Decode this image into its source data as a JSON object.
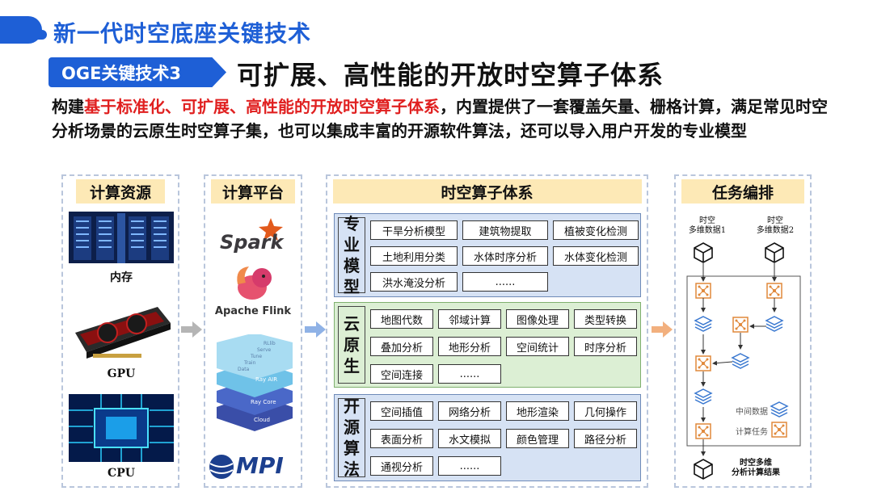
{
  "header": {
    "title": "新一代时空底座关键技术",
    "badge": "OGE关键技术3",
    "subtitle": "可扩展、高性能的开放时空算子体系"
  },
  "description": {
    "part1": "构建",
    "highlight": "基于标准化、可扩展、高性能的开放时空算子体系",
    "part2": "，内置提供了一套覆盖矢量、栅格计算，满足常见时空分析场景的云原生时空算子集，也可以集成丰富的开源软件算法，还可以导入用户开发的专业模型"
  },
  "resources": {
    "title": "计算资源",
    "items": [
      {
        "label": "内存",
        "icon": "server-rack-image"
      },
      {
        "label": "GPU",
        "icon": "gpu-card-image"
      },
      {
        "label": "CPU",
        "icon": "cpu-chip-image"
      }
    ]
  },
  "platform": {
    "title": "计算平台",
    "spark": "Spark",
    "flink": "Apache Flink",
    "stack_layers": [
      "Ray AIR",
      "Ray Core",
      "Cloud"
    ],
    "stack_libs": [
      "RLlib",
      "Serve",
      "Tune",
      "Train",
      "Data"
    ],
    "mpi": "MPI"
  },
  "operators": {
    "title": "时空算子体系",
    "groups": [
      {
        "tag": [
          "专",
          "业",
          "模",
          "型"
        ],
        "items": [
          "干旱分析模型",
          "建筑物提取",
          "植被变化检测",
          "土地利用分类",
          "水体时序分析",
          "水体变化检测",
          "洪水淹没分析",
          "......"
        ]
      },
      {
        "tag": [
          "云",
          "原",
          "生"
        ],
        "items": [
          "地图代数",
          "邻域计算",
          "图像处理",
          "类型转换",
          "叠加分析",
          "地形分析",
          "空间统计",
          "时序分析",
          "空间连接",
          "......"
        ]
      },
      {
        "tag": [
          "开",
          "源",
          "算",
          "法"
        ],
        "items": [
          "空间插值",
          "网络分析",
          "地形渲染",
          "几何操作",
          "表面分析",
          "水文模拟",
          "颜色管理",
          "路径分析",
          "通视分析",
          "......"
        ]
      }
    ]
  },
  "orchestration": {
    "title": "任务编排",
    "input1": [
      "时空",
      "多维数据1"
    ],
    "input2": [
      "时空",
      "多维数据2"
    ],
    "legend_data": "中间数据",
    "legend_task": "计算任务",
    "output": [
      "时空多维",
      "分析计算结果"
    ]
  },
  "colors": {
    "brand_blue": "#1e5fd6",
    "highlight_red": "#e02020",
    "header_bg": "#fde9b6",
    "group_bg": "#d6e2f4",
    "cloud_group_bg": "#dcefd4",
    "task_orange": "#f0b070",
    "arrow_gray": "#b5b5b5",
    "arrow_blue": "#8fb2e6",
    "arrow_orange": "#f2b07e"
  }
}
